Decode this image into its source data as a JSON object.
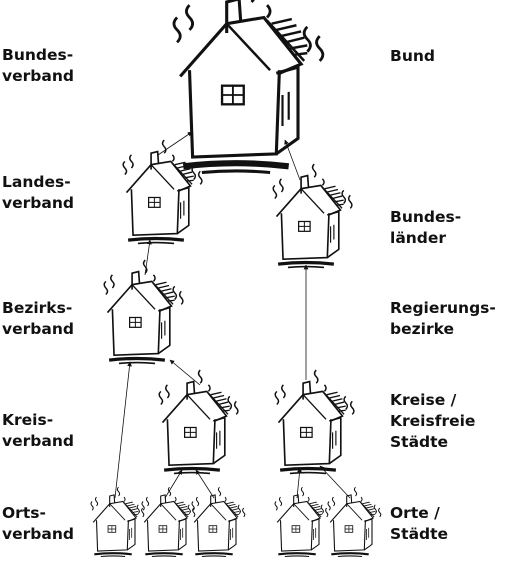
{
  "left_labels": {
    "bundesverband": "Bundes-\nverband",
    "landesverband": "Landes-\nverband",
    "bezirksverband": "Bezirks-\nverband",
    "kreisverband": "Kreis-\nverband",
    "ortsverband": "Orts-\nverband"
  },
  "right_labels": {
    "bund": "Bund",
    "bundeslaender": "Bundes-\nländer",
    "regierungsbezirke": "Regierungs-\nbezirke",
    "kreise": "Kreise /\nKreisfreie\nStädte",
    "orte": "Orte /\nStädte"
  },
  "colors": {
    "ink": "#111111",
    "background": "#ffffff"
  },
  "icon": "sketched-house-icon"
}
